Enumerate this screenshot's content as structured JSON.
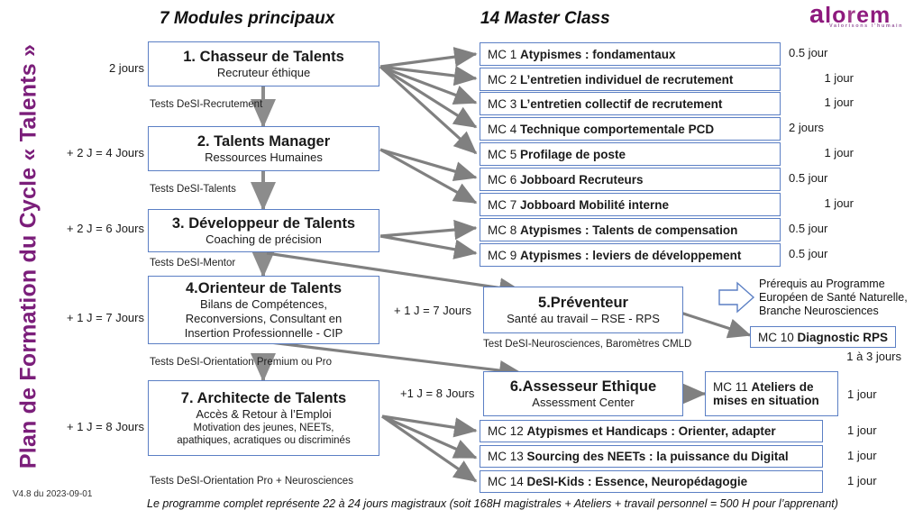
{
  "title_vertical": "Plan de Formation du Cycle « Talents »",
  "headers": {
    "modules": "7 Modules principaux",
    "masterclass": "14 Master Class"
  },
  "logo": {
    "name": "alorem",
    "letters": [
      "a",
      "l",
      "o",
      "r",
      "e",
      "m"
    ],
    "tagline": "Valorisons l'humain",
    "color": "#8E1A7E"
  },
  "colors": {
    "accent_purple": "#7B1E7A",
    "box_border": "#5B7FC4",
    "arrow_gray": "#808080"
  },
  "modules": [
    {
      "cumul": "2 jours",
      "title": "1. Chasseur de Talents",
      "num": "1.",
      "subtitle": "Recruteur éthique",
      "test": "Tests DeSI-Recrutement"
    },
    {
      "cumul": "+ 2 J = 4 Jours",
      "title": "2. Talents Manager",
      "num": "2.",
      "subtitle": "Ressources Humaines",
      "test": "Tests DeSI-Talents"
    },
    {
      "cumul": "+ 2 J = 6 Jours",
      "title": "3. Développeur de Talents",
      "num": "3.",
      "subtitle": "Coaching de précision",
      "test": "Tests DeSI-Mentor"
    },
    {
      "cumul": "+ 1 J = 7 Jours",
      "title": "4.Orienteur de Talents",
      "num": "4.",
      "subtitle": "Bilans de Compétences,",
      "subtitle2": "Reconversions, Consultant en",
      "subtitle3": "Insertion Professionnelle - CIP",
      "test": "Tests DeSI-Orientation Premium ou Pro"
    },
    {
      "cumul": "+ 1 J = 8 Jours",
      "title": "7. Architecte de Talents",
      "num": "7.",
      "subtitle": "Accès & Retour à l’Emploi",
      "subtitle2": "Motivation des jeunes, NEETs,",
      "subtitle3": "apathiques, acratiques ou discriminés",
      "test": "Tests DeSI-Orientation Pro + Neurosciences"
    }
  ],
  "branch_modules": [
    {
      "cumul": "+ 1 J = 7 Jours",
      "title": "5.Préventeur",
      "subtitle": "Santé au travail – RSE - RPS",
      "test": "Test DeSI-Neurosciences, Baromètres CMLD"
    },
    {
      "cumul": "+1 J = 8 Jours",
      "title": "6.Assesseur Ethique",
      "subtitle": "Assessment Center",
      "test": ""
    }
  ],
  "master_classes": [
    {
      "code": "MC 1",
      "name": "Atypismes : fondamentaux",
      "duration": "0.5 jour"
    },
    {
      "code": "MC 2",
      "name": "L’entretien individuel de recrutement",
      "duration": "1 jour"
    },
    {
      "code": "MC 3",
      "name": "L’entretien collectif de recrutement",
      "duration": "1 jour"
    },
    {
      "code": "MC 4",
      "name": "Technique comportementale PCD",
      "duration": "2 jours"
    },
    {
      "code": "MC 5",
      "name": "Profilage de poste",
      "duration": "1 jour"
    },
    {
      "code": "MC 6",
      "name": "Jobboard Recruteurs",
      "duration": "0.5 jour"
    },
    {
      "code": "MC 7",
      "name": "Jobboard Mobilité interne",
      "duration": "1 jour"
    },
    {
      "code": "MC 8",
      "name": "Atypismes : Talents de compensation",
      "duration": "0.5 jour"
    },
    {
      "code": "MC 9",
      "name": "Atypismes : leviers de développement",
      "duration": "0.5 jour"
    }
  ],
  "mc10": {
    "code": "MC 10",
    "name": "Diagnostic RPS",
    "duration": "1 à 3 jours"
  },
  "mc11": {
    "code": "MC 11",
    "name_line1": "Ateliers de",
    "name_line2": "mises en situation",
    "duration": "1 jour"
  },
  "master_classes_bottom": [
    {
      "code": "MC 12",
      "name": "Atypismes et Handicaps : Orienter, adapter",
      "duration": "1 jour"
    },
    {
      "code": "MC 13",
      "name": "Sourcing des NEETs : la puissance du Digital",
      "duration": "1 jour"
    },
    {
      "code": "MC 14",
      "name": "DeSI-Kids : Essence, Neuropédagogie",
      "duration": "1 jour"
    }
  ],
  "prerequisite_note": {
    "line1": "Prérequis au Programme",
    "line2": "Européen de Santé Naturelle,",
    "line3": "Branche Neurosciences"
  },
  "footer": {
    "version": "V4.8 du 2023-09-01",
    "summary": "Le programme complet représente 22 à 24 jours magistraux (soit 168H magistrales + Ateliers + travail personnel = 500 H pour l’apprenant)"
  }
}
